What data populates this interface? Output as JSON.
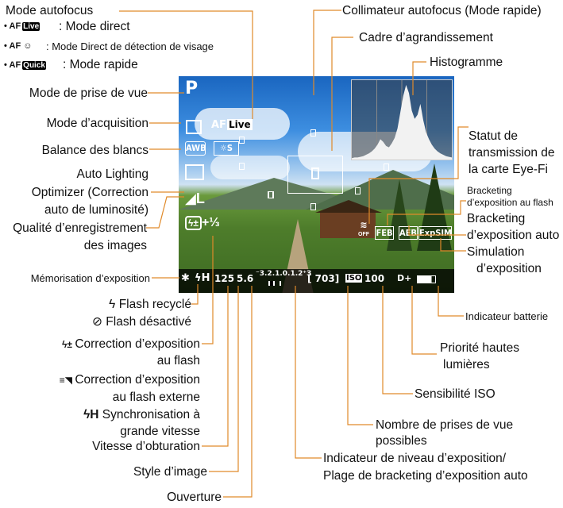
{
  "labels": {
    "af_mode": "Mode autofocus",
    "af_live": ": Mode direct",
    "af_face": ": Mode Direct de détection de visage",
    "af_quick": ": Mode rapide",
    "af_live_icon": "Live",
    "af_quick_icon": "Quick",
    "af_icon_prefix": "AF",
    "shooting_mode": "Mode de prise de vue",
    "drive_mode": "Mode d’acquisition",
    "white_balance": "Balance des blancs",
    "alo_1": "Auto Lighting",
    "alo_2": "Optimizer (Correction",
    "alo_3": "auto de luminosité)",
    "quality_1": "Qualité d’enregistrement",
    "quality_2": "des images",
    "ae_lock": "Mémorisation d’exposition",
    "flash_ready": "Flash recyclé",
    "flash_disabled": "Flash désactivé",
    "flash_comp_1": "Correction d’exposition",
    "flash_comp_2": "au flash",
    "ext_flash_comp_1": "Correction d’exposition",
    "ext_flash_comp_2": "au flash externe",
    "hss_1": "Synchronisation à",
    "hss_2": "grande vitesse",
    "shutter": "Vitesse d’obturation",
    "picture_style": "Style d’image",
    "aperture": "Ouverture",
    "af_point": "Collimateur autofocus (Mode rapide)",
    "magnify_frame": "Cadre d’agrandissement",
    "histogram": "Histogramme",
    "eyefi_1": "Statut de",
    "eyefi_2": "transmission de",
    "eyefi_3": "la carte Eye-Fi",
    "feb_1": "Bracketing",
    "feb_2": "d’exposition au flash",
    "aeb_1": "Bracketing",
    "aeb_2": "d’exposition auto",
    "expsim_1": "Simulation",
    "expsim_2": "d’exposition",
    "battery": "Indicateur batterie",
    "htp_1": "Priorité hautes",
    "htp_2": "lumières",
    "iso": "Sensibilité ISO",
    "shots_1": "Nombre de prises de vue",
    "shots_2": "possibles",
    "exp_level_1": "Indicateur de niveau d’exposition/",
    "exp_level_2": "Plage de bracketing d’exposition auto"
  },
  "display": {
    "mode": "P",
    "af": "AF",
    "live": "Live",
    "awb": "AWB",
    "style": "S",
    "quality": "L",
    "flash_comp": "+⅓",
    "ae_lock": "✱",
    "flash": "ϟH",
    "shutter": "125",
    "aperture": "5.6",
    "exp_scale": "⁻3.2.1.0.1.2⁺3",
    "shots": "[ 703]",
    "iso_icon": "ISO",
    "iso": "100",
    "htp": "D+",
    "feb": "FEB",
    "aeb": "AEB",
    "expsim": "ExpSIM",
    "eyefi": "OFF"
  },
  "histogram": [
    2,
    3,
    3,
    4,
    5,
    7,
    9,
    12,
    16,
    22,
    30,
    26,
    20,
    18,
    24,
    32,
    46,
    70,
    94,
    110,
    98,
    72,
    60,
    66,
    82,
    58,
    40,
    30,
    22,
    16,
    12,
    9,
    7,
    5,
    4,
    3
  ]
}
